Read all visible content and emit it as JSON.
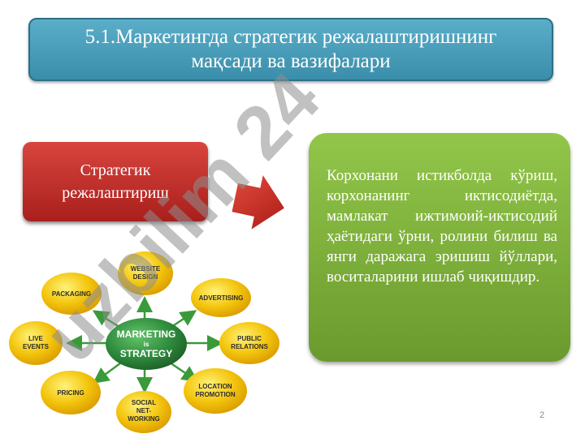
{
  "slide": {
    "title_line1": "5.1.Маркетингда стратегик режалаштиришнинг",
    "title_line2": "мақсади ва вазифалари",
    "left_box_line1": "Стратегик",
    "left_box_line2": "режалаштириш",
    "right_box_text": "Корхонани истикболда кўриш, корхонанинг иктисодиётда, мамлакат ижтимоий-иктисодий ҳаётидаги ўрни, ролини билиш ва янги даражага эришиш йўллари, воситаларини ишлаб чиқишдир.",
    "page_number": "2"
  },
  "diagram": {
    "center_line1": "MARKETING",
    "center_line2": "is",
    "center_line3": "STRATEGY",
    "nodes": {
      "website_1": "WEBSITE",
      "website_2": "DESIGN",
      "packaging": "PACKAGING",
      "advertising": "ADVERTISING",
      "live_1": "LIVE",
      "live_2": "EVENTS",
      "public_1": "PUBLIC",
      "public_2": "RELATIONS",
      "pricing": "PRICING",
      "location_1": "LOCATION",
      "location_2": "PROMOTION",
      "social_1": "SOCIAL",
      "social_2": "NET-",
      "social_3": "WORKING"
    }
  },
  "watermark": {
    "text": "uzbilim 24"
  },
  "colors": {
    "title_bg": "#4a9fbb",
    "red_box": "#c2302b",
    "green_box": "#7fb03b",
    "node_yellow": "#f2c40c",
    "center_green": "#2e8a3c",
    "arrow_red": "#d02a22"
  }
}
